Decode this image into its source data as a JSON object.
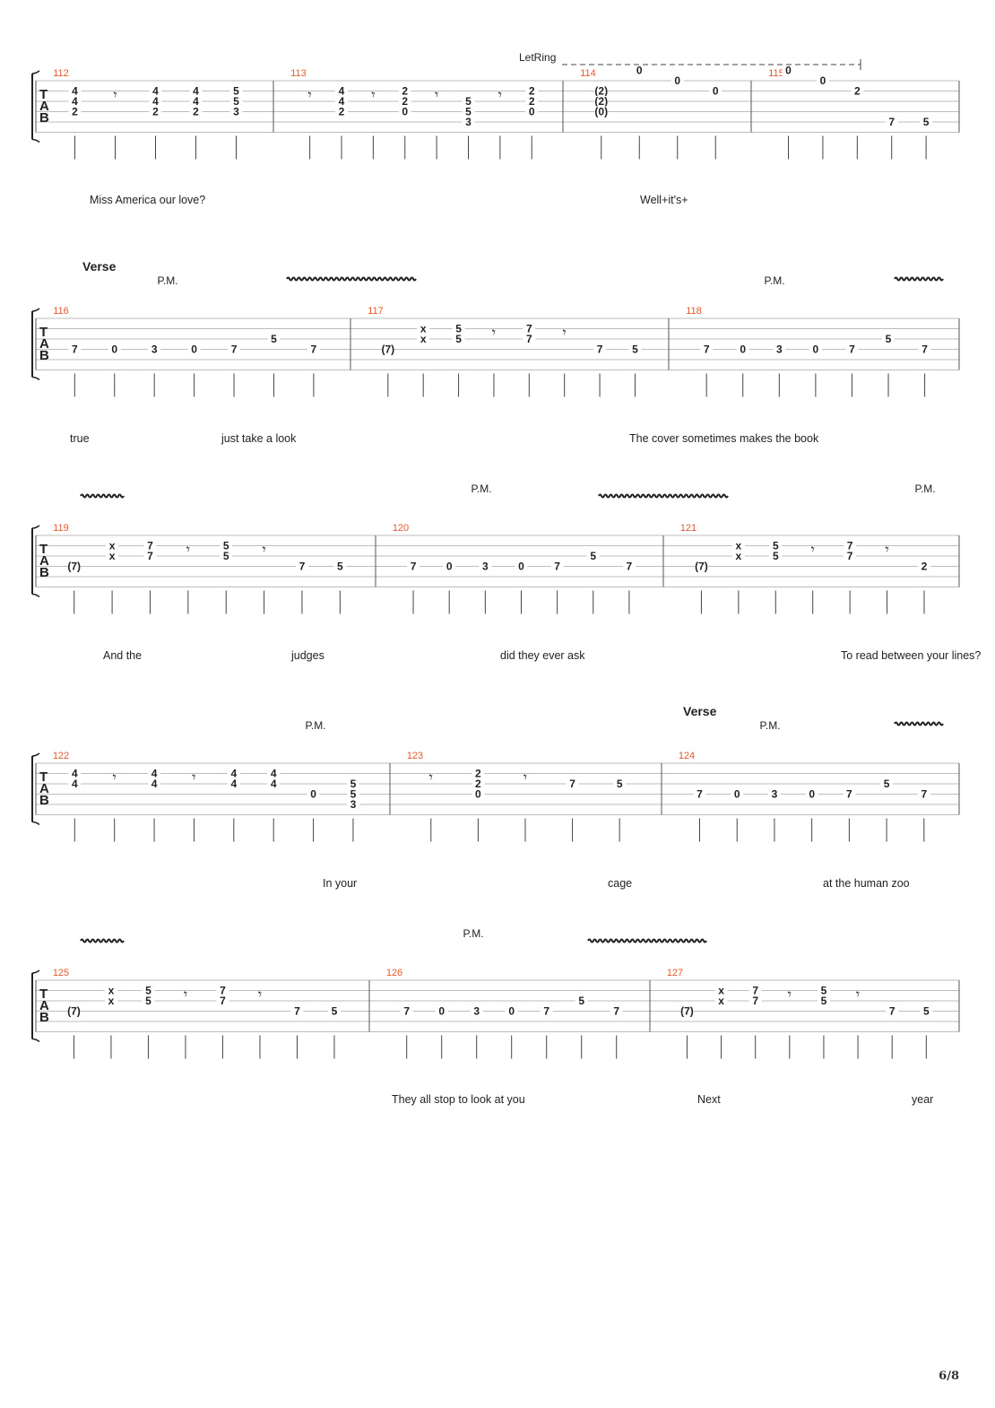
{
  "page": {
    "number_label": "6/8"
  },
  "systems": [
    {
      "section": "",
      "annotations": {
        "let_ring": "LetRing",
        "pm": [
          "",
          "",
          ""
        ]
      },
      "measures": [
        {
          "number": "112",
          "notes": [
            {
              "frets": [
                "4",
                "4",
                "2"
              ],
              "strings": [
                1,
                2,
                3
              ]
            },
            {
              "rest": true
            },
            {
              "frets": [
                "4",
                "4",
                "2"
              ],
              "strings": [
                1,
                2,
                3
              ]
            },
            {
              "frets": [
                "4",
                "4",
                "2"
              ],
              "strings": [
                1,
                2,
                3
              ]
            },
            {
              "frets": [
                "5",
                "5",
                "3"
              ],
              "strings": [
                1,
                2,
                3
              ]
            }
          ]
        },
        {
          "number": "113",
          "notes": [
            {
              "rest": true
            },
            {
              "frets": [
                "4",
                "4",
                "2"
              ],
              "strings": [
                1,
                2,
                3
              ]
            },
            {
              "rest": true
            },
            {
              "frets": [
                "2",
                "2",
                "0"
              ],
              "strings": [
                1,
                2,
                3
              ]
            },
            {
              "rest": true
            },
            {
              "frets": [
                "5",
                "5",
                "3"
              ],
              "strings": [
                2,
                3,
                4
              ]
            },
            {
              "rest": true
            },
            {
              "frets": [
                "2",
                "2",
                "0"
              ],
              "strings": [
                1,
                2,
                3
              ]
            }
          ]
        },
        {
          "number": "114",
          "notes": [
            {
              "frets": [
                "(2)",
                "(2)",
                "(0)"
              ],
              "strings": [
                1,
                2,
                3
              ]
            },
            {
              "frets": [
                "0"
              ],
              "strings": [
                -1
              ]
            },
            {
              "frets": [
                "0"
              ],
              "strings": [
                0
              ]
            },
            {
              "frets": [
                "0"
              ],
              "strings": [
                1
              ]
            }
          ]
        },
        {
          "number": "115",
          "notes": [
            {
              "frets": [
                "0"
              ],
              "strings": [
                -1
              ]
            },
            {
              "frets": [
                "0"
              ],
              "strings": [
                0
              ]
            },
            {
              "frets": [
                "2"
              ],
              "strings": [
                1
              ]
            },
            {
              "frets": [
                "7"
              ],
              "strings": [
                4
              ]
            },
            {
              "frets": [
                "5"
              ],
              "strings": [
                4
              ]
            }
          ]
        }
      ],
      "lyrics": [
        "Miss   America  our  love?",
        "Well+it's+"
      ]
    },
    {
      "section": "Verse",
      "annotations": {
        "pm": [
          "P.M.",
          "P.M."
        ]
      },
      "measures": [
        {
          "number": "116",
          "notes": [
            {
              "frets": [
                "7"
              ],
              "strings": [
                3
              ]
            },
            {
              "frets": [
                "0"
              ],
              "strings": [
                3
              ]
            },
            {
              "frets": [
                "3"
              ],
              "strings": [
                3
              ]
            },
            {
              "frets": [
                "0"
              ],
              "strings": [
                3
              ]
            },
            {
              "frets": [
                "7"
              ],
              "strings": [
                3
              ]
            },
            {
              "frets": [
                "5"
              ],
              "strings": [
                2
              ]
            },
            {
              "frets": [
                "7"
              ],
              "strings": [
                3
              ]
            }
          ]
        },
        {
          "number": "117",
          "notes": [
            {
              "frets": [
                "(7)"
              ],
              "strings": [
                3
              ]
            },
            {
              "frets": [
                "x",
                "x"
              ],
              "strings": [
                1,
                2
              ]
            },
            {
              "frets": [
                "5",
                "5"
              ],
              "strings": [
                1,
                2
              ]
            },
            {
              "rest": true
            },
            {
              "frets": [
                "7",
                "7"
              ],
              "strings": [
                1,
                2
              ]
            },
            {
              "rest": true
            },
            {
              "frets": [
                "7"
              ],
              "strings": [
                3
              ]
            },
            {
              "frets": [
                "5"
              ],
              "strings": [
                3
              ]
            }
          ]
        },
        {
          "number": "118",
          "notes": [
            {
              "frets": [
                "7"
              ],
              "strings": [
                3
              ]
            },
            {
              "frets": [
                "0"
              ],
              "strings": [
                3
              ]
            },
            {
              "frets": [
                "3"
              ],
              "strings": [
                3
              ]
            },
            {
              "frets": [
                "0"
              ],
              "strings": [
                3
              ]
            },
            {
              "frets": [
                "7"
              ],
              "strings": [
                3
              ]
            },
            {
              "frets": [
                "5"
              ],
              "strings": [
                2
              ]
            },
            {
              "frets": [
                "7"
              ],
              "strings": [
                3
              ]
            }
          ]
        }
      ],
      "lyrics": [
        "true",
        "just take a look",
        "The cover sometimes makes the book"
      ]
    },
    {
      "section": "",
      "annotations": {
        "pm": [
          "P.M.",
          "P.M."
        ]
      },
      "measures": [
        {
          "number": "119",
          "notes": [
            {
              "frets": [
                "(7)"
              ],
              "strings": [
                3
              ]
            },
            {
              "frets": [
                "x",
                "x"
              ],
              "strings": [
                1,
                2
              ]
            },
            {
              "frets": [
                "7",
                "7"
              ],
              "strings": [
                1,
                2
              ]
            },
            {
              "rest": true
            },
            {
              "frets": [
                "5",
                "5"
              ],
              "strings": [
                1,
                2
              ]
            },
            {
              "rest": true
            },
            {
              "frets": [
                "7"
              ],
              "strings": [
                3
              ]
            },
            {
              "frets": [
                "5"
              ],
              "strings": [
                3
              ]
            }
          ]
        },
        {
          "number": "120",
          "notes": [
            {
              "frets": [
                "7"
              ],
              "strings": [
                3
              ]
            },
            {
              "frets": [
                "0"
              ],
              "strings": [
                3
              ]
            },
            {
              "frets": [
                "3"
              ],
              "strings": [
                3
              ]
            },
            {
              "frets": [
                "0"
              ],
              "strings": [
                3
              ]
            },
            {
              "frets": [
                "7"
              ],
              "strings": [
                3
              ]
            },
            {
              "frets": [
                "5"
              ],
              "strings": [
                2
              ]
            },
            {
              "frets": [
                "7"
              ],
              "strings": [
                3
              ]
            }
          ]
        },
        {
          "number": "121",
          "notes": [
            {
              "frets": [
                "(7)"
              ],
              "strings": [
                3
              ]
            },
            {
              "frets": [
                "x",
                "x"
              ],
              "strings": [
                1,
                2
              ]
            },
            {
              "frets": [
                "5",
                "5"
              ],
              "strings": [
                1,
                2
              ]
            },
            {
              "rest": true
            },
            {
              "frets": [
                "7",
                "7"
              ],
              "strings": [
                1,
                2
              ]
            },
            {
              "rest": true
            },
            {
              "frets": [
                "2"
              ],
              "strings": [
                3
              ]
            }
          ]
        }
      ],
      "lyrics": [
        "And the",
        "judges",
        "did they ever ask",
        "To read between your lines?"
      ]
    },
    {
      "section": "Verse",
      "annotations": {
        "pm": [
          "P.M.",
          "P.M."
        ]
      },
      "measures": [
        {
          "number": "122",
          "notes": [
            {
              "frets": [
                "4",
                "4"
              ],
              "strings": [
                1,
                2
              ]
            },
            {
              "rest": true
            },
            {
              "frets": [
                "4",
                "4"
              ],
              "strings": [
                1,
                2
              ]
            },
            {
              "rest": true
            },
            {
              "frets": [
                "4",
                "4"
              ],
              "strings": [
                1,
                2
              ]
            },
            {
              "frets": [
                "4",
                "4"
              ],
              "strings": [
                1,
                2
              ]
            },
            {
              "frets": [
                "0"
              ],
              "strings": [
                3
              ]
            },
            {
              "frets": [
                "5",
                "5",
                "3"
              ],
              "strings": [
                2,
                3,
                4
              ]
            }
          ]
        },
        {
          "number": "123",
          "notes": [
            {
              "rest": true
            },
            {
              "frets": [
                "2",
                "2",
                "0"
              ],
              "strings": [
                1,
                2,
                3
              ]
            },
            {
              "rest": true
            },
            {
              "frets": [
                "7"
              ],
              "strings": [
                2
              ]
            },
            {
              "frets": [
                "5"
              ],
              "strings": [
                2
              ]
            }
          ]
        },
        {
          "number": "124",
          "notes": [
            {
              "frets": [
                "7"
              ],
              "strings": [
                3
              ]
            },
            {
              "frets": [
                "0"
              ],
              "strings": [
                3
              ]
            },
            {
              "frets": [
                "3"
              ],
              "strings": [
                3
              ]
            },
            {
              "frets": [
                "0"
              ],
              "strings": [
                3
              ]
            },
            {
              "frets": [
                "7"
              ],
              "strings": [
                3
              ]
            },
            {
              "frets": [
                "5"
              ],
              "strings": [
                2
              ]
            },
            {
              "frets": [
                "7"
              ],
              "strings": [
                3
              ]
            }
          ]
        }
      ],
      "lyrics": [
        "In your",
        "cage",
        "at the human zoo"
      ]
    },
    {
      "section": "",
      "annotations": {
        "pm": [
          "P.M."
        ]
      },
      "measures": [
        {
          "number": "125",
          "notes": [
            {
              "frets": [
                "(7)"
              ],
              "strings": [
                3
              ]
            },
            {
              "frets": [
                "x",
                "x"
              ],
              "strings": [
                1,
                2
              ]
            },
            {
              "frets": [
                "5",
                "5"
              ],
              "strings": [
                1,
                2
              ]
            },
            {
              "rest": true
            },
            {
              "frets": [
                "7",
                "7"
              ],
              "strings": [
                1,
                2
              ]
            },
            {
              "rest": true
            },
            {
              "frets": [
                "7"
              ],
              "strings": [
                3
              ]
            },
            {
              "frets": [
                "5"
              ],
              "strings": [
                3
              ]
            }
          ]
        },
        {
          "number": "126",
          "notes": [
            {
              "frets": [
                "7"
              ],
              "strings": [
                3
              ]
            },
            {
              "frets": [
                "0"
              ],
              "strings": [
                3
              ]
            },
            {
              "frets": [
                "3"
              ],
              "strings": [
                3
              ]
            },
            {
              "frets": [
                "0"
              ],
              "strings": [
                3
              ]
            },
            {
              "frets": [
                "7"
              ],
              "strings": [
                3
              ]
            },
            {
              "frets": [
                "5"
              ],
              "strings": [
                2
              ]
            },
            {
              "frets": [
                "7"
              ],
              "strings": [
                3
              ]
            }
          ]
        },
        {
          "number": "127",
          "notes": [
            {
              "frets": [
                "(7)"
              ],
              "strings": [
                3
              ]
            },
            {
              "frets": [
                "x",
                "x"
              ],
              "strings": [
                1,
                2
              ]
            },
            {
              "frets": [
                "7",
                "7"
              ],
              "strings": [
                1,
                2
              ]
            },
            {
              "rest": true
            },
            {
              "frets": [
                "5",
                "5"
              ],
              "strings": [
                1,
                2
              ]
            },
            {
              "rest": true
            },
            {
              "frets": [
                "7"
              ],
              "strings": [
                3
              ]
            },
            {
              "frets": [
                "5"
              ],
              "strings": [
                3
              ]
            }
          ]
        }
      ],
      "lyrics": [
        "They all stop to look at you",
        "Next",
        "year"
      ]
    }
  ]
}
